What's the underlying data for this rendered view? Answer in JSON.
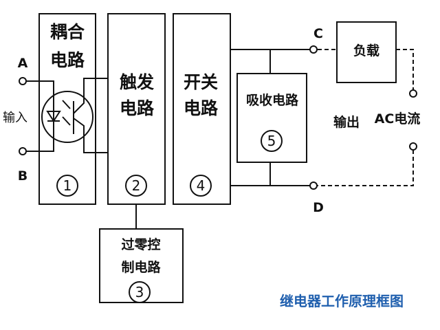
{
  "blocks": {
    "coupling": {
      "line1": "耦合",
      "line2": "电路",
      "num": "1"
    },
    "trigger": {
      "line1": "触发",
      "line2": "电路",
      "num": "2"
    },
    "zero_cross": {
      "line1": "过零控",
      "line2": "制电路",
      "num": "3"
    },
    "switch": {
      "line1": "开关",
      "line2": "电路",
      "num": "4"
    },
    "absorb": {
      "line1": "吸收电路",
      "num": "5"
    },
    "load": {
      "label": "负载"
    }
  },
  "terminals": {
    "a": "A",
    "b": "B",
    "c": "C",
    "d": "D"
  },
  "labels": {
    "input": "输入",
    "output": "输出",
    "ac": "AC电流"
  },
  "title": "继电器工作原理框图",
  "colors": {
    "title": "#1f5fae",
    "line": "#111111"
  }
}
